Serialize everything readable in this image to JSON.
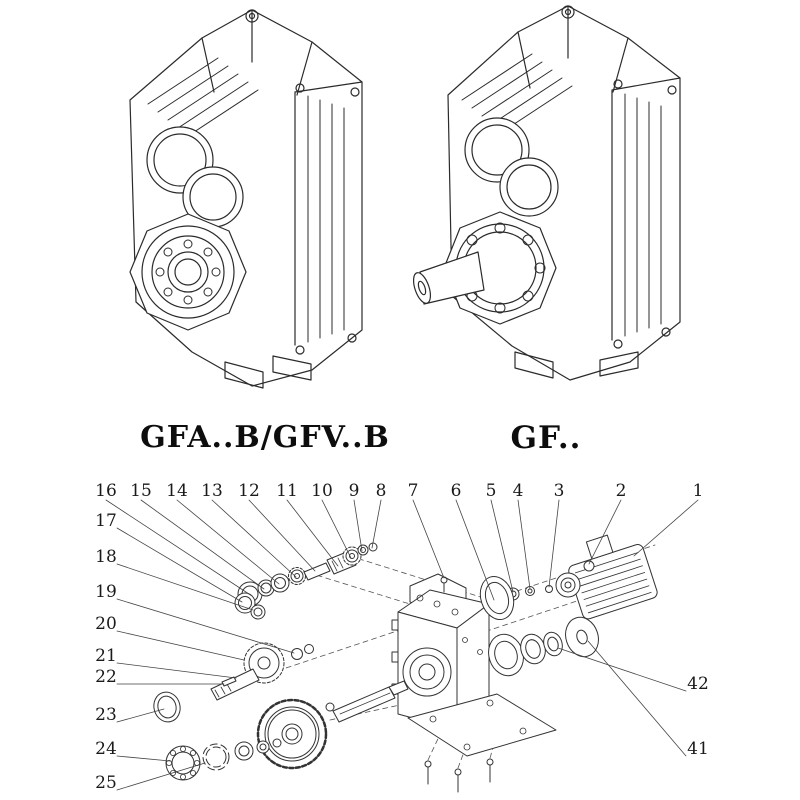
{
  "captions": {
    "left": "GFA..B/GFV..B",
    "right": "GF.."
  },
  "exploded": {
    "labels": [
      "16",
      "15",
      "14",
      "13",
      "12",
      "11",
      "10",
      "9",
      "8",
      "7",
      "6",
      "5",
      "4",
      "3",
      "2",
      "1",
      "17",
      "18",
      "19",
      "20",
      "21",
      "22",
      "23",
      "24",
      "25",
      "42",
      "41"
    ]
  }
}
